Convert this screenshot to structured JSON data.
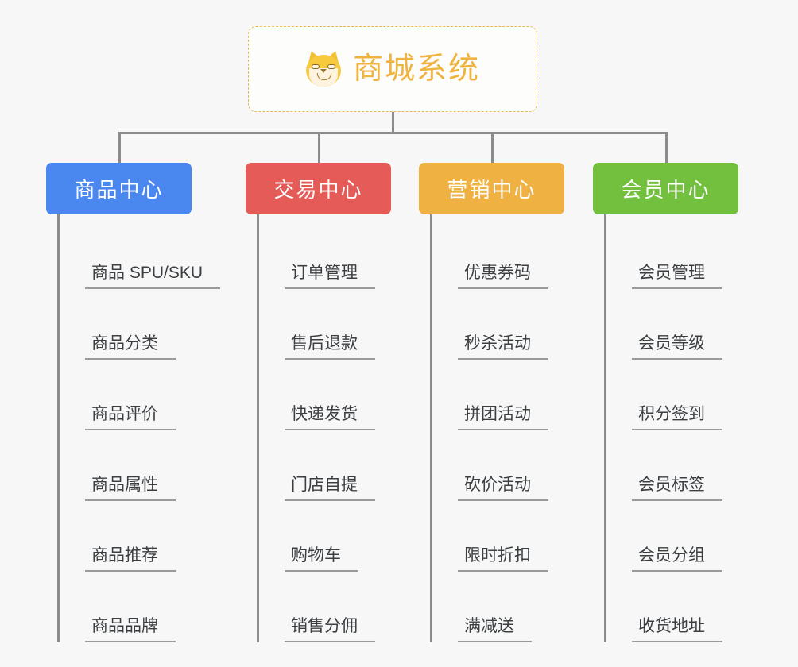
{
  "root": {
    "title": "商城系统",
    "icon": "shiba-inu-face-icon",
    "border_color": "#e8b84b",
    "text_color": "#efb33f",
    "background": "#fdfdfc"
  },
  "canvas": {
    "background": "#f7f7f7",
    "connector_color": "#8b8b8b"
  },
  "columns": [
    {
      "id": "product-center",
      "label": "商品中心",
      "color": "#4a87ee",
      "items": [
        {
          "label": "商品 SPU/SKU"
        },
        {
          "label": "商品分类"
        },
        {
          "label": "商品评价"
        },
        {
          "label": "商品属性"
        },
        {
          "label": "商品推荐"
        },
        {
          "label": "商品品牌"
        }
      ]
    },
    {
      "id": "trade-center",
      "label": "交易中心",
      "color": "#e45b57",
      "items": [
        {
          "label": "订单管理"
        },
        {
          "label": "售后退款"
        },
        {
          "label": "快递发货"
        },
        {
          "label": "门店自提"
        },
        {
          "label": "购物车"
        },
        {
          "label": "销售分佣"
        }
      ]
    },
    {
      "id": "marketing-center",
      "label": "营销中心",
      "color": "#eeb142",
      "items": [
        {
          "label": "优惠券码"
        },
        {
          "label": "秒杀活动"
        },
        {
          "label": "拼团活动"
        },
        {
          "label": "砍价活动"
        },
        {
          "label": "限时折扣"
        },
        {
          "label": "满减送"
        }
      ]
    },
    {
      "id": "member-center",
      "label": "会员中心",
      "color": "#72c03e",
      "items": [
        {
          "label": "会员管理"
        },
        {
          "label": "会员等级"
        },
        {
          "label": "积分签到"
        },
        {
          "label": "会员标签"
        },
        {
          "label": "会员分组"
        },
        {
          "label": "收货地址"
        }
      ]
    }
  ]
}
